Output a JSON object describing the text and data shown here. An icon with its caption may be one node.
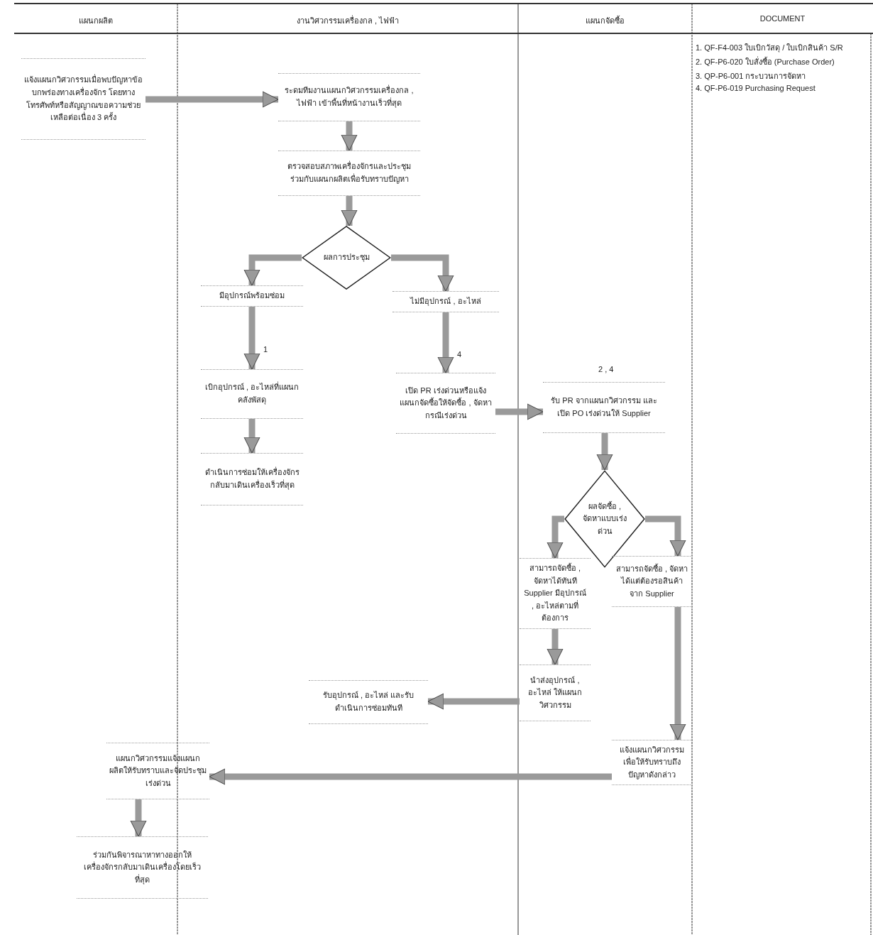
{
  "diagram": {
    "nodes": [
      {
        "text": [
          "แจ้งแผนกวิศวกรรมเมื่อพบปัญหาข้อบกพร่องทางเครื่องจักร โดยทางโทรศัพท์หรือสัญญาณขอความช่วยเหลือต่อเนื่อง 3 ครั้ง"
        ]
      },
      {
        "text": [
          "ระดมทีมงานแผนกวิศวกรรมเครื่องกล , ไฟฟ้า เข้าพื้นที่หน้างานเร็วที่สุด"
        ]
      },
      {
        "text": [
          "ตรวจสอบสภาพเครื่องจักรและประชุมร่วมกับแผนกผลิตเพื่อรับทราบปัญหา"
        ]
      },
      {
        "text": [
          "ผลการประชุม"
        ]
      },
      {
        "text": [
          "มีอุปกรณ์พร้อมซ่อม"
        ]
      },
      {
        "text": [
          "ไม่มีอุปกรณ์ , อะไหล่"
        ]
      },
      {
        "text": [
          "เบิกอุปกรณ์ , อะไหล่ที่แผนกคลังพัสดุ"
        ]
      },
      {
        "text": [
          "ดำเนินการซ่อมให้เครื่องจักรกลับมาเดินเครื่องเร็วที่สุด"
        ]
      },
      {
        "text": [
          "เปิด PR เร่งด่วนหรือแจ้งแผนกจัดซื้อให้จัดซื้อ , จัดหากรณีเร่งด่วน"
        ]
      },
      {
        "text": [
          "รับ PR จากแผนกวิศวกรรม และ เปิด PO เร่งด่วนให้ Supplier"
        ],
        "beside": [
          "2 , 4"
        ]
      },
      {
        "text": [
          "ผลจัดซื้อ , จัดหาแบบเร่งด่วน"
        ]
      },
      {
        "text": [
          "สามารถจัดซื้อ , จัดหาได้ทันที Supplier มีอุปกรณ์ , อะไหล่ตามที่ต้องการ"
        ]
      },
      {
        "text": [
          "สามารถจัดซื้อ , จัดหาได้แต่ต้องรอสินค้าจาก Supplier"
        ]
      },
      {
        "text": [
          "นำส่งอุปกรณ์ , อะไหล่ ให้แผนกวิศวกรรม"
        ]
      },
      {
        "text": [
          "รับอุปกรณ์ , อะไหล่ และรับดำเนินการซ่อมทันที"
        ]
      },
      {
        "text": [
          "แจ้งแผนกวิศวกรรมเพื่อให้รับทราบถึงปัญหาดังกล่าว"
        ]
      },
      {
        "text": [
          "แผนกวิศวกรรมแจ้งแผนกผลิตให้รับทราบและจัดประชุมเร่งด่วน"
        ]
      },
      {
        "text": [
          "ร่วมกันพิจารณาหาทางออกให้เครื่องจักรกลับมาเดินเครื่องโดยเร็วที่สุด"
        ]
      }
    ],
    "edges": [
      {
        "from": 0,
        "to": 1,
        "arrow": "to"
      },
      {
        "from": 1,
        "to": 2,
        "arrow": "to"
      },
      {
        "from": 2,
        "to": 3,
        "arrow": "to"
      },
      {
        "from": 3,
        "to": 4,
        "arrow": "to"
      },
      {
        "from": 3,
        "to": 5,
        "arrow": "to"
      },
      {
        "from": 4,
        "to": 6,
        "arrow": "to",
        "label": "1"
      },
      {
        "from": 6,
        "to": 7,
        "arrow": "to"
      },
      {
        "from": 5,
        "to": 8,
        "arrow": "to",
        "label": "4"
      },
      {
        "from": 8,
        "to": 9,
        "arrow": "to"
      },
      {
        "from": 9,
        "to": 10,
        "arrow": "to"
      },
      {
        "from": 10,
        "to": 11,
        "arrow": "to"
      },
      {
        "from": 10,
        "to": 12,
        "arrow": "to"
      },
      {
        "from": 11,
        "to": 13,
        "arrow": "to"
      },
      {
        "from": 13,
        "to": 14,
        "arrow": "to"
      },
      {
        "from": 12,
        "to": 15,
        "arrow": "to"
      },
      {
        "from": 15,
        "to": 16,
        "arrow": "to"
      },
      {
        "from": 16,
        "to": 17,
        "arrow": "to"
      }
    ],
    "labels": [
      "แผนกผลิต",
      "งานวิศวกรรมเครื่องกล , ไฟฟ้า",
      "แผนกจัดซื้อ",
      "DOCUMENT",
      "1. QF-F4-003 ใบเบิกวัสดุ / ใบเบิกสินค้า S/R",
      "2. QF-P6-020 ใบสั่งซื้อ (Purchase Order)",
      "3. QP-P6-001 กระบวนการจัดหา",
      "4. QF-P6-019 Purchasing Request"
    ]
  }
}
